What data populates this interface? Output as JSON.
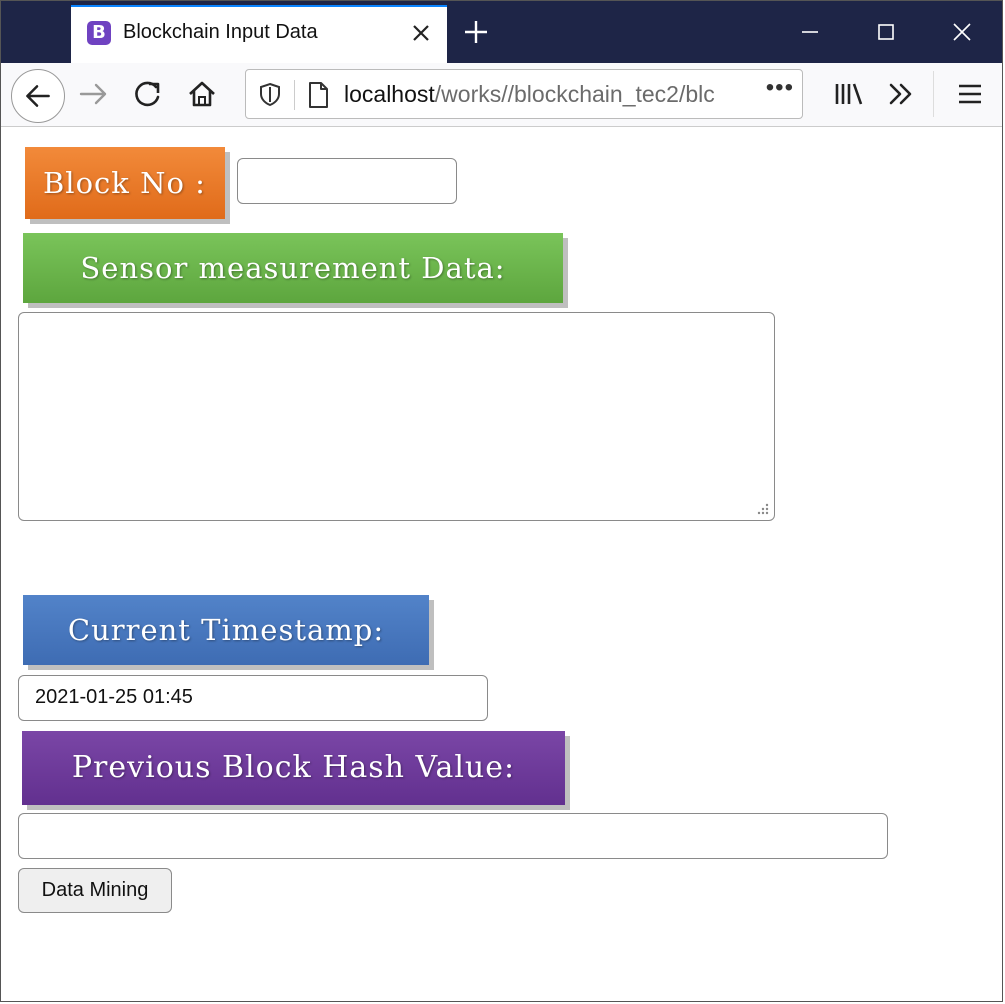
{
  "browser": {
    "tab_title": "Blockchain Input Data",
    "favicon_letter": "B",
    "url_host": "localhost",
    "url_path": "/works//blockchain_tec2/blc",
    "url_more": "•••"
  },
  "form": {
    "block_no_label": "Block No :",
    "block_no_value": "",
    "sensor_label": "Sensor measurement Data:",
    "sensor_value": "",
    "timestamp_label": "Current Timestamp:",
    "timestamp_value": "2021-01-25 01:45",
    "prev_hash_label": "Previous Block Hash Value:",
    "prev_hash_value": "",
    "submit_label": "Data Mining"
  },
  "colors": {
    "block_no": "#ee7a2a",
    "sensor": "#6cb74d",
    "timestamp": "#4a77c0",
    "prev_hash": "#6e3b9b"
  },
  "icons": [
    "back-arrow-icon",
    "forward-arrow-icon",
    "reload-icon",
    "home-icon",
    "shield-icon",
    "page-icon",
    "library-icon",
    "overflow-chevron-icon",
    "hamburger-menu-icon",
    "close-icon",
    "plus-icon",
    "minimize-icon",
    "maximize-icon"
  ]
}
